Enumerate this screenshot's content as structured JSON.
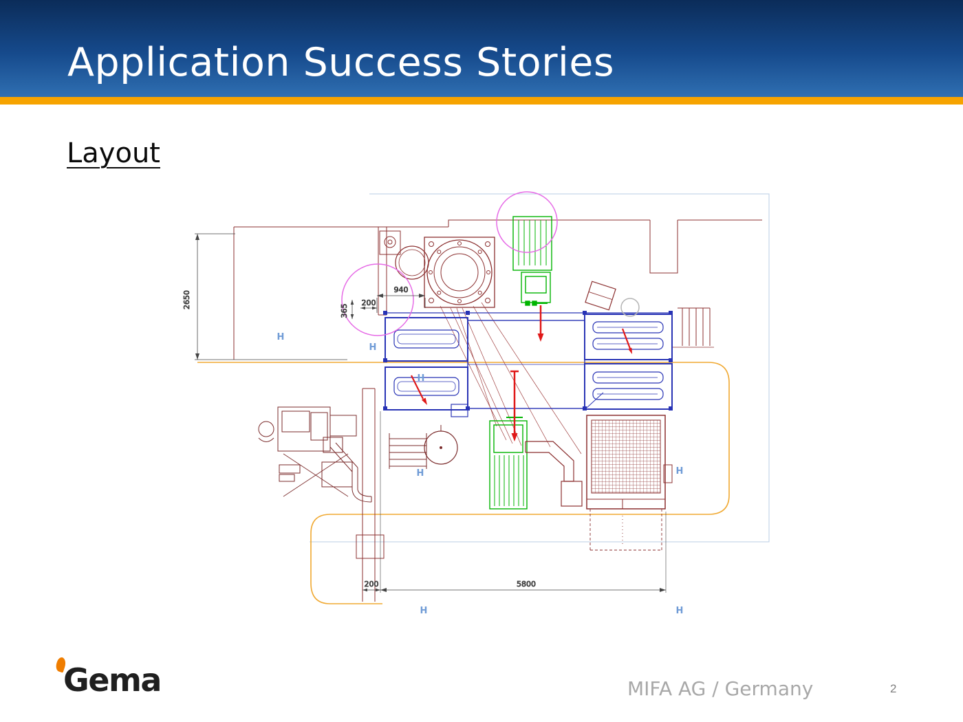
{
  "slide": {
    "title": "Application Success Stories",
    "section_heading": "Layout",
    "page_number": "2"
  },
  "footer": {
    "logo_text": "Gema",
    "caption": "MIFA AG / Germany"
  },
  "colors": {
    "header_gradient_top": "#0b2c59",
    "header_gradient_bottom": "#2f6fb2",
    "accent_orange": "#f6a300",
    "wall_maroon": "#8b2f2f",
    "booth_blue": "#2833b5",
    "equipment_green": "#00b400",
    "highlight_magenta": "#e66ae6",
    "arrow_red": "#e01818",
    "conveyor_orange": "#f0a830",
    "hook_marker_blue": "#6f9bd6",
    "logo_mark_orange": "#ef7d00"
  },
  "diagram": {
    "dimensions": {
      "left_height": "2650",
      "gap_940": "940",
      "gap_200_top": "200",
      "gap_365": "365",
      "bottom_5800": "5800",
      "bottom_200": "200"
    },
    "hook_marker": "H"
  }
}
